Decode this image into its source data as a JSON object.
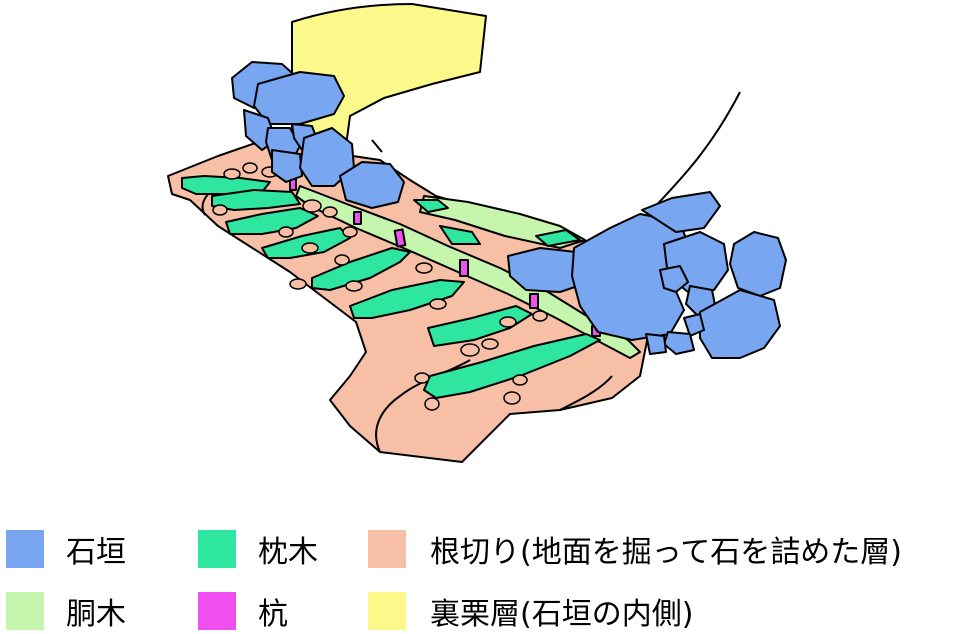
{
  "colors": {
    "ishigaki": "#78a6f0",
    "doboku": "#c6f5ad",
    "makuragi": "#2ee6a0",
    "kui": "#f050ef",
    "negiri": "#f7c0a6",
    "uraguri": "#fbf98a",
    "outline": "#000000"
  },
  "legend": [
    {
      "label": "石垣",
      "color_key": "ishigaki"
    },
    {
      "label": "枕木",
      "color_key": "makuragi"
    },
    {
      "label": "根切り(地面を掘って石を詰めた層)",
      "color_key": "negiri"
    },
    {
      "label": "胴木",
      "color_key": "doboku"
    },
    {
      "label": "杭",
      "color_key": "kui"
    },
    {
      "label": "裏栗層(石垣の内側)",
      "color_key": "uraguri"
    }
  ]
}
